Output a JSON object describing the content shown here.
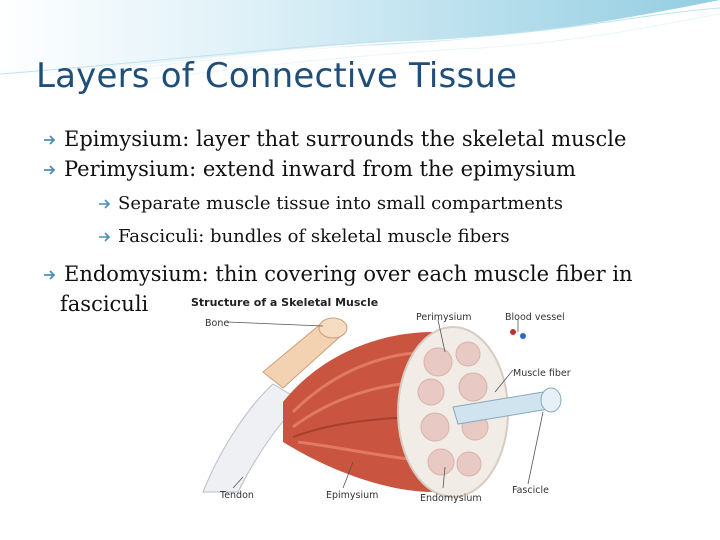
{
  "slide": {
    "title": "Layers of Connective Tissue",
    "bullets": [
      {
        "level": 1,
        "text": "Epimysium: layer that surrounds the skeletal muscle"
      },
      {
        "level": 1,
        "text": "Perimysium: extend inward from the epimysium"
      },
      {
        "level": 2,
        "text": "Separate muscle tissue into small compartments"
      },
      {
        "level": 2,
        "text": "Fasciculi: bundles of skeletal muscle fibers"
      },
      {
        "level": 1,
        "text": "Endomysium: thin covering over each muscle fiber in",
        "continuation": "fasciculi"
      }
    ]
  },
  "figure": {
    "title": "Structure of a Skeletal Muscle",
    "labels": {
      "bone": "Bone",
      "perimysium": "Perimysium",
      "blood_vessel": "Blood vessel",
      "muscle_fiber": "Muscle fiber",
      "tendon": "Tendon",
      "epimysium": "Epimysium",
      "endomysium": "Endomysium",
      "fascicle": "Fascicle"
    }
  },
  "colors": {
    "title": "#1f4e79",
    "bullet_arrow": "#4a90b8",
    "header_wave": "#9fd3e6",
    "muscle": "#c9543f",
    "bone": "#f2d2b0"
  }
}
